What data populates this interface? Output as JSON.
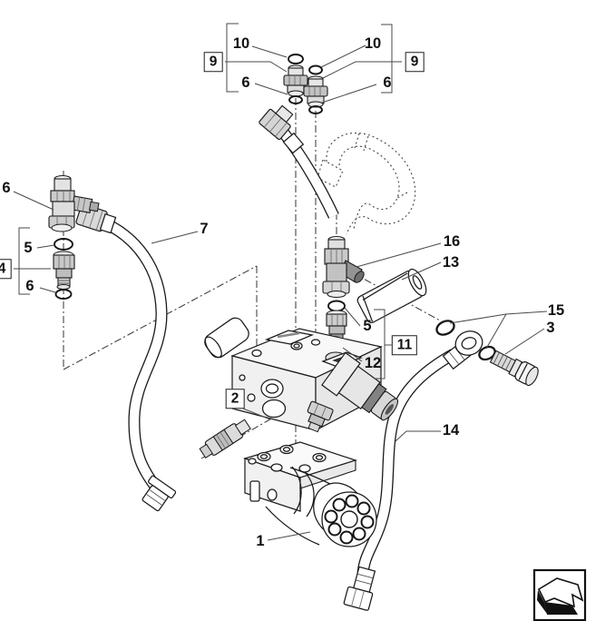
{
  "figure": {
    "background": "#ffffff",
    "line_color": "#1a1a1a",
    "leader_color": "#4a4a4a",
    "icon_color": "#111111"
  },
  "ref_numbers": {
    "r1": "1",
    "r2": "2",
    "r3": "3",
    "r4": "4",
    "r5": "5",
    "r6": "6",
    "r7": "7",
    "r9": "9",
    "r10": "10",
    "r11": "11",
    "r12": "12",
    "r13": "13",
    "r14": "14",
    "r15": "15",
    "r16": "16"
  }
}
